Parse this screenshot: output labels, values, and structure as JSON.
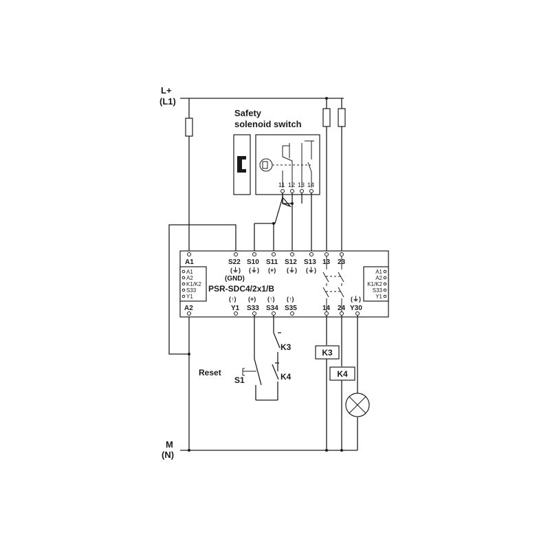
{
  "supply": {
    "positive_label": "L+",
    "positive_alt": "(L1)",
    "negative_label": "M",
    "negative_alt": "(N)"
  },
  "solenoid_switch": {
    "title_line1": "Safety",
    "title_line2": "solenoid switch",
    "terminals": [
      "11",
      "12",
      "13",
      "14"
    ]
  },
  "module": {
    "name": "PSR-SDC4/2x1/B",
    "top_terminals": [
      {
        "id": "A1",
        "sub": ""
      },
      {
        "id": "S22",
        "sub": "(⏚)"
      },
      {
        "id": "S10",
        "sub": "(⏚)"
      },
      {
        "id": "S11",
        "sub": "(+)"
      },
      {
        "id": "S12",
        "sub": "(⏚)"
      },
      {
        "id": "S13",
        "sub": "(⏚)"
      },
      {
        "id": "13",
        "sub": ""
      },
      {
        "id": "23",
        "sub": ""
      }
    ],
    "gnd_label": "(GND)",
    "bottom_terminals": [
      {
        "id": "A2",
        "sub": ""
      },
      {
        "id": "Y1",
        "sub": "(↑)"
      },
      {
        "id": "S33",
        "sub": "(+)"
      },
      {
        "id": "S34",
        "sub": "(↑)"
      },
      {
        "id": "S35",
        "sub": "(↑)"
      },
      {
        "id": "14",
        "sub": ""
      },
      {
        "id": "24",
        "sub": ""
      },
      {
        "id": "Y30",
        "sub": "(⏚)"
      }
    ],
    "left_block": [
      "A1",
      "A2",
      "K1/K2",
      "S33",
      "Y1"
    ],
    "right_block": [
      "A1",
      "A2",
      "K1/K2",
      "S33",
      "Y1"
    ]
  },
  "feedback": {
    "contact1": "K3",
    "contact2": "K4",
    "reset_label": "Reset",
    "switch_label": "S1"
  },
  "loads": {
    "relay1": "K3",
    "relay2": "K4"
  }
}
